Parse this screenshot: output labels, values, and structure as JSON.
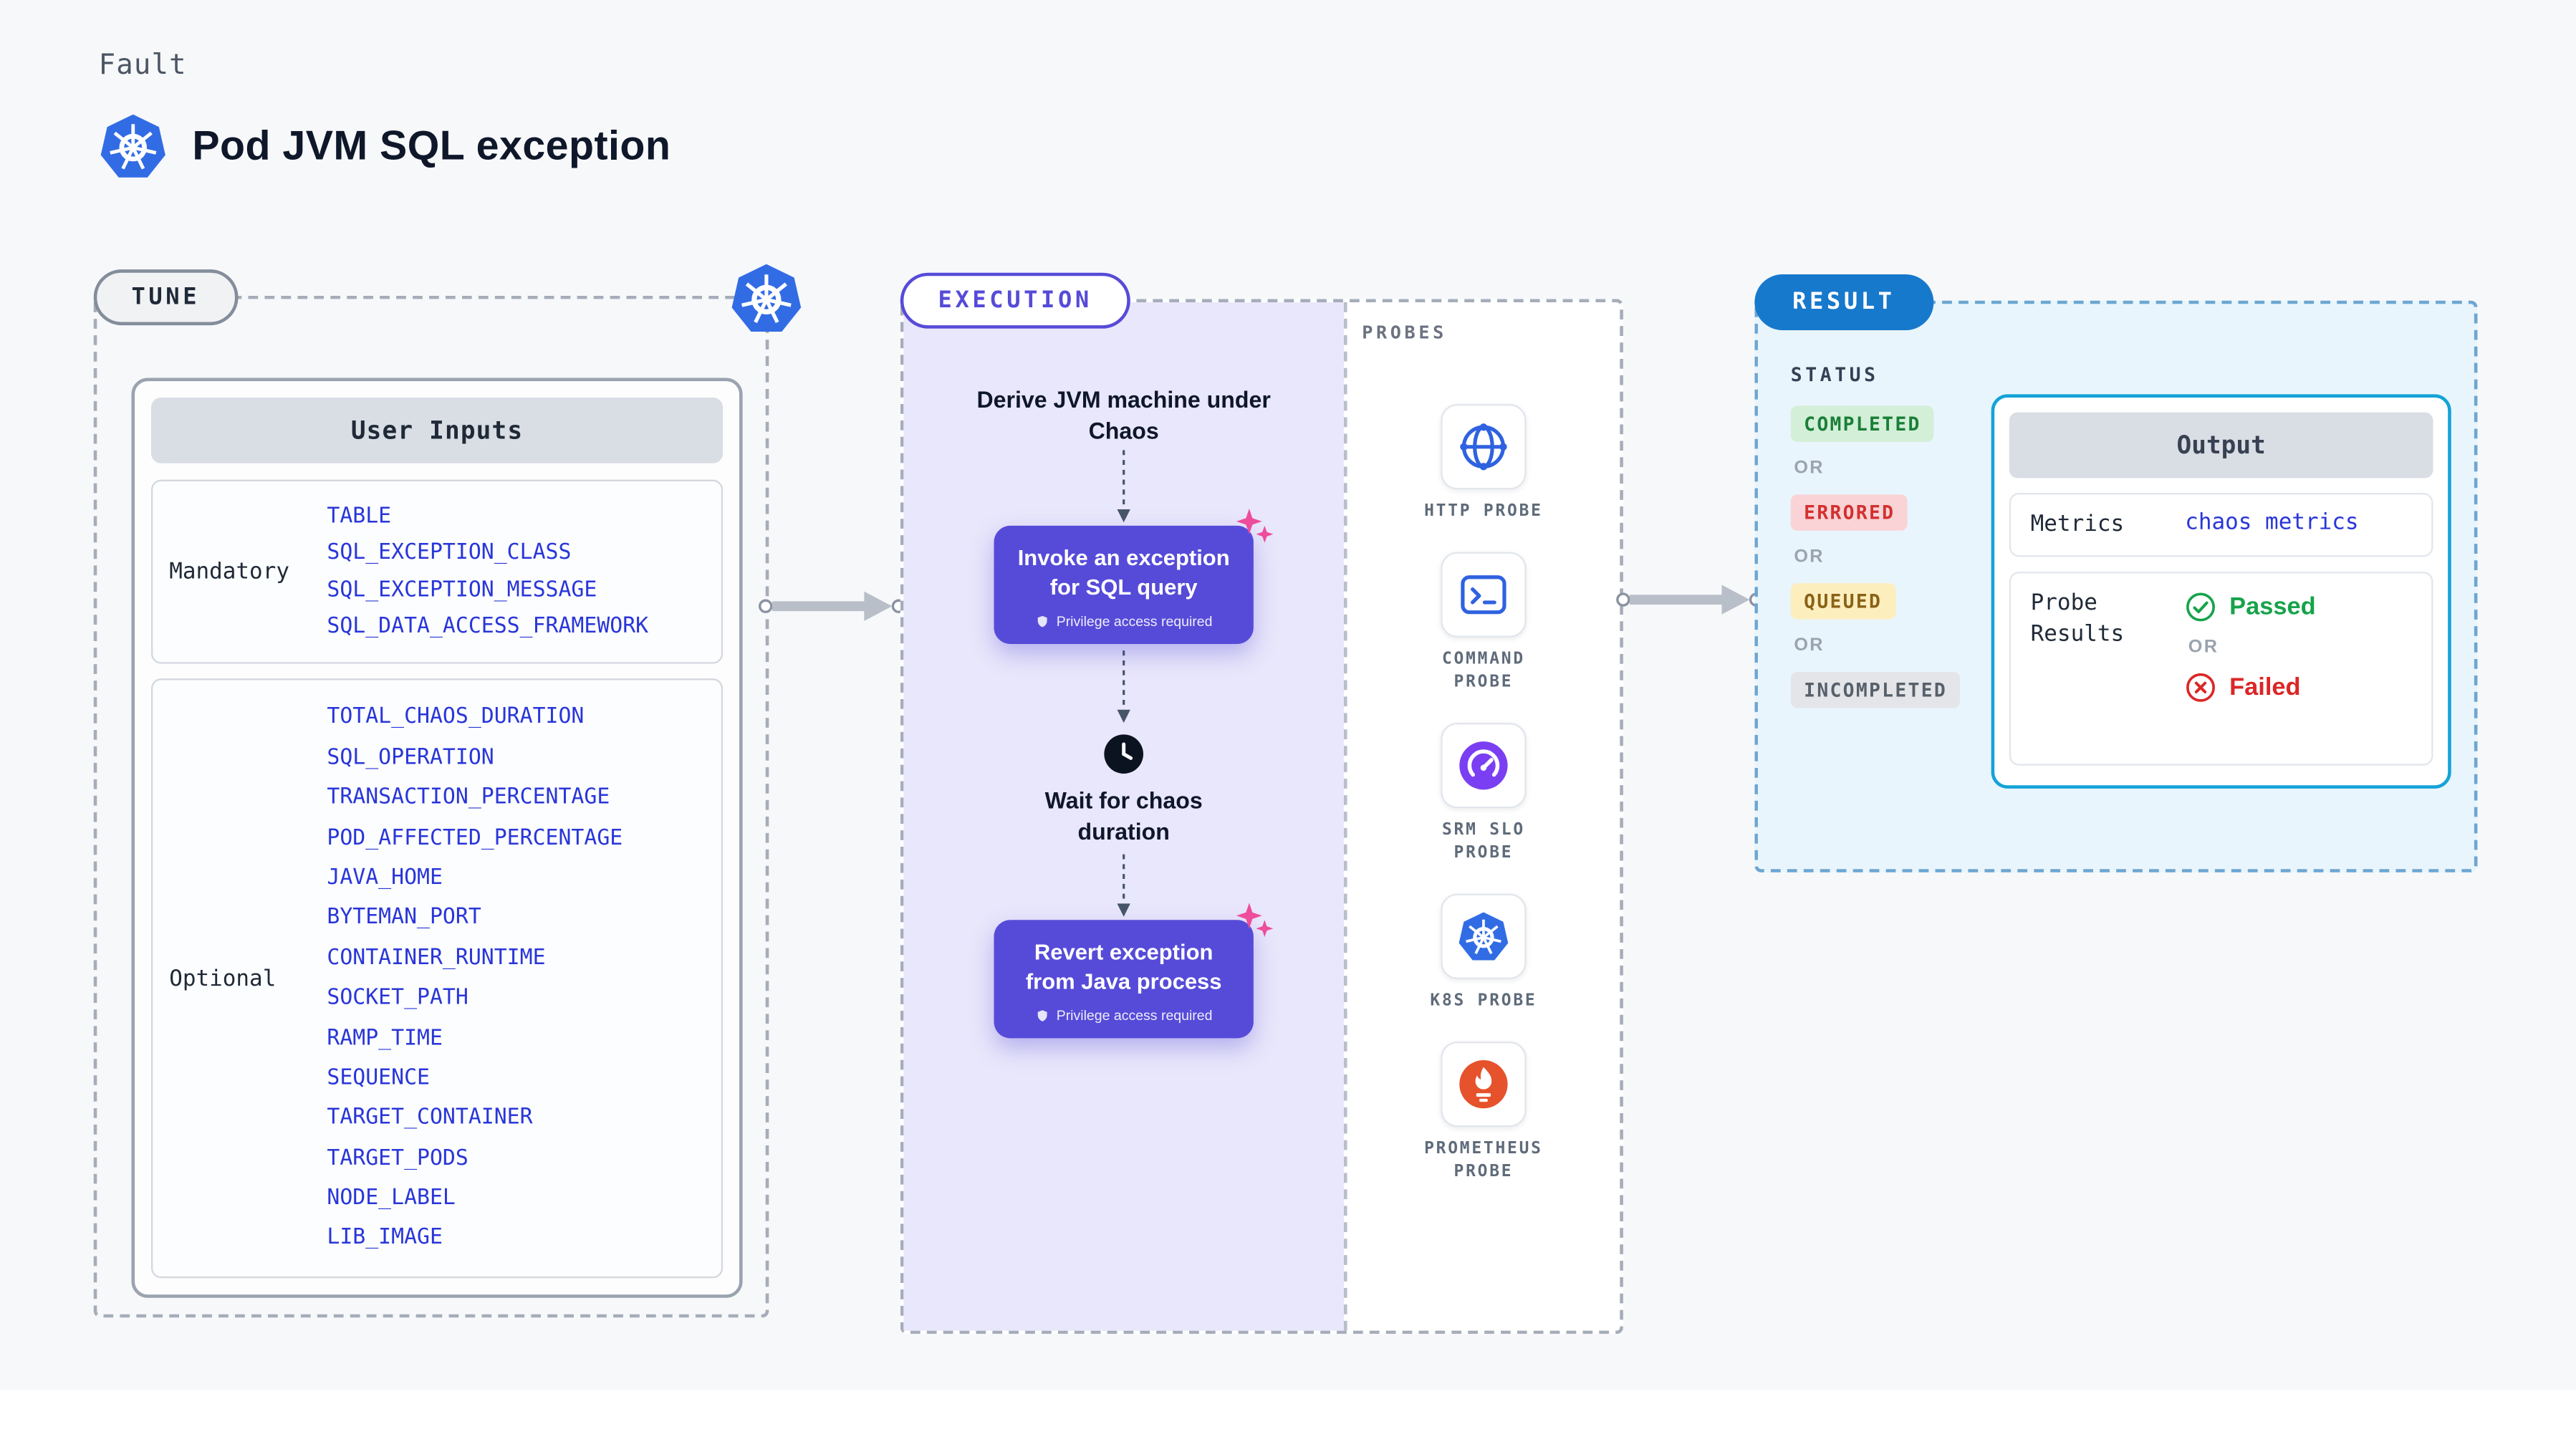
{
  "page": {
    "kicker": "Fault",
    "title": "Pod JVM SQL exception"
  },
  "tune": {
    "label": "TUNE",
    "user_inputs": {
      "title": "User Inputs",
      "mandatory_label": "Mandatory",
      "mandatory": [
        "TABLE",
        "SQL_EXCEPTION_CLASS",
        "SQL_EXCEPTION_MESSAGE",
        "SQL_DATA_ACCESS_FRAMEWORK"
      ],
      "optional_label": "Optional",
      "optional": [
        "TOTAL_CHAOS_DURATION",
        "SQL_OPERATION",
        "TRANSACTION_PERCENTAGE",
        "POD_AFFECTED_PERCENTAGE",
        "JAVA_HOME",
        "BYTEMAN_PORT",
        "CONTAINER_RUNTIME",
        "SOCKET_PATH",
        "RAMP_TIME",
        "SEQUENCE",
        "TARGET_CONTAINER",
        "TARGET_PODS",
        "NODE_LABEL",
        "LIB_IMAGE"
      ]
    }
  },
  "execution": {
    "label": "EXECUTION",
    "steps": {
      "derive": "Derive JVM machine under Chaos",
      "invoke": "Invoke an exception for SQL query",
      "privilege": "Privilege access required",
      "wait": "Wait for chaos duration",
      "revert": "Revert exception from Java process"
    },
    "probes": {
      "label": "PROBES",
      "items": [
        {
          "name": "HTTP PROBE",
          "icon": "http-probe-icon"
        },
        {
          "name": "COMMAND PROBE",
          "icon": "command-probe-icon"
        },
        {
          "name": "SRM SLO PROBE",
          "icon": "srm-slo-probe-icon"
        },
        {
          "name": "K8S PROBE",
          "icon": "k8s-probe-icon"
        },
        {
          "name": "PROMETHEUS PROBE",
          "icon": "prometheus-probe-icon"
        }
      ]
    }
  },
  "result": {
    "label": "RESULT",
    "status_label": "STATUS",
    "or_label": "OR",
    "statuses": [
      {
        "label": "COMPLETED",
        "type": "completed"
      },
      {
        "label": "ERRORED",
        "type": "errored"
      },
      {
        "label": "QUEUED",
        "type": "queued"
      },
      {
        "label": "INCOMPLETED",
        "type": "incompleted"
      }
    ],
    "output": {
      "title": "Output",
      "metrics_label": "Metrics",
      "metrics_value": "chaos metrics",
      "probe_results_label": "Probe Results",
      "passed": "Passed",
      "failed": "Failed"
    }
  },
  "colors": {
    "background": "#f7f8fa",
    "kubernetes_blue": "#326ce5",
    "execution_purple": "#564bd8",
    "execution_bg": "#e9e7fb",
    "result_blue": "#1779cc",
    "result_bg": "#e9f5fc",
    "param_blue": "#2936d9",
    "output_border": "#13a3d8",
    "sparkle_pink": "#ee4d9b",
    "completed_green": "#1a7f37",
    "errored_red": "#d3302f",
    "queued_amber": "#8a6116",
    "incompleted_gray": "#57606a",
    "passed_green": "#16a34a",
    "failed_red": "#dc2626",
    "prometheus_orange": "#e6522c",
    "srm_slo_purple": "#7a3ff2",
    "probe_icon_blue": "#2f62e0"
  }
}
